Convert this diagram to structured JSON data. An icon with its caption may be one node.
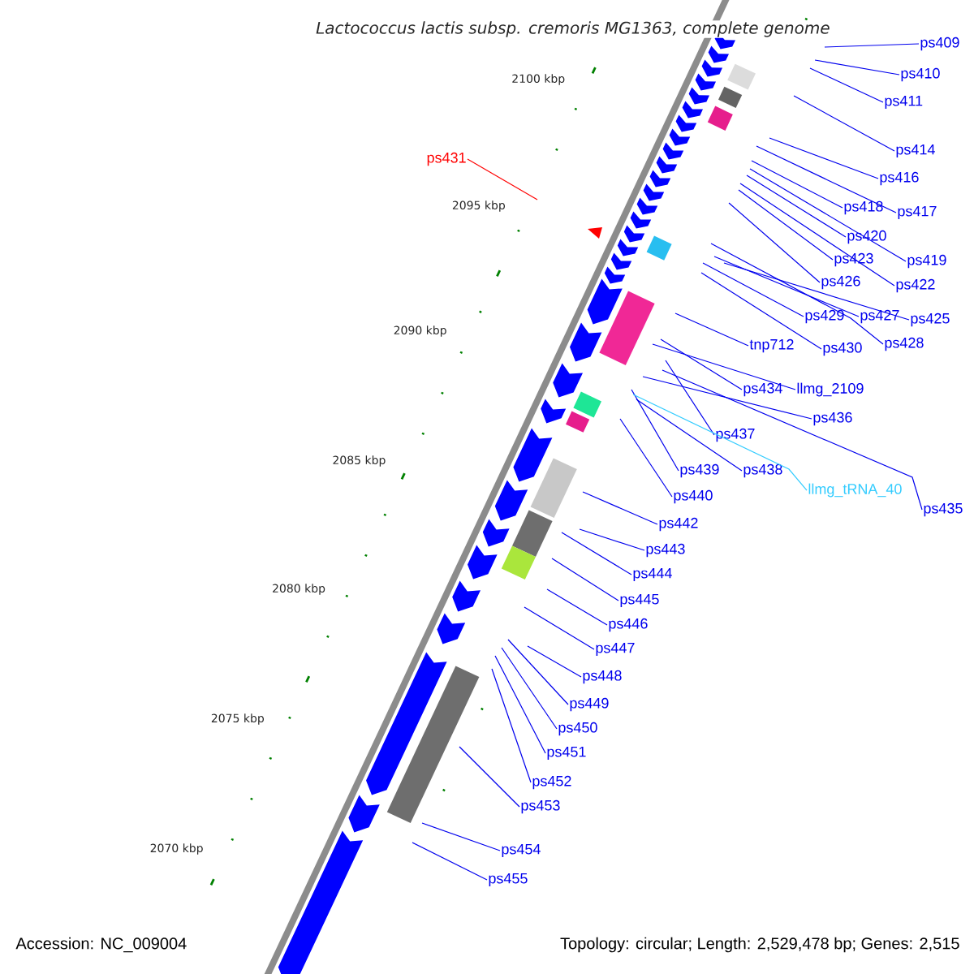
{
  "diagram": {
    "title": "Lactococcus lactis subsp. cremoris MG1363, complete genome",
    "nodes": [
      {
        "text": [
          "ps409"
        ]
      },
      {
        "text": [
          "ps410"
        ]
      },
      {
        "text": [
          "ps411"
        ]
      },
      {
        "text": [
          "ps414"
        ]
      },
      {
        "text": [
          "ps431"
        ]
      },
      {
        "text": [
          "ps416"
        ]
      },
      {
        "text": [
          "ps418"
        ]
      },
      {
        "text": [
          "ps417"
        ]
      },
      {
        "text": [
          "ps420"
        ]
      },
      {
        "text": [
          "ps419"
        ]
      },
      {
        "text": [
          "ps423"
        ]
      },
      {
        "text": [
          "ps422"
        ]
      },
      {
        "text": [
          "ps426"
        ]
      },
      {
        "text": [
          "ps429"
        ]
      },
      {
        "text": [
          "ps427"
        ]
      },
      {
        "text": [
          "ps425"
        ]
      },
      {
        "text": [
          "ps428"
        ]
      },
      {
        "text": [
          "tnp712"
        ]
      },
      {
        "text": [
          "ps430"
        ]
      },
      {
        "text": [
          "ps434"
        ]
      },
      {
        "text": [
          "llmg_2109"
        ]
      },
      {
        "text": [
          "ps437"
        ]
      },
      {
        "text": [
          "ps436"
        ]
      },
      {
        "text": [
          "ps439"
        ]
      },
      {
        "text": [
          "ps438"
        ]
      },
      {
        "text": [
          "llmg_tRNA_40"
        ]
      },
      {
        "text": [
          "ps440"
        ]
      },
      {
        "text": [
          "ps435"
        ]
      },
      {
        "text": [
          "ps442"
        ]
      },
      {
        "text": [
          "ps443"
        ]
      },
      {
        "text": [
          "ps444"
        ]
      },
      {
        "text": [
          "ps445"
        ]
      },
      {
        "text": [
          "ps446"
        ]
      },
      {
        "text": [
          "ps447"
        ]
      },
      {
        "text": [
          "ps448"
        ]
      },
      {
        "text": [
          "ps449"
        ]
      },
      {
        "text": [
          "ps450"
        ]
      },
      {
        "text": [
          "ps451"
        ]
      },
      {
        "text": [
          "ps452"
        ]
      },
      {
        "text": [
          "ps453"
        ]
      },
      {
        "text": [
          "ps454"
        ]
      },
      {
        "text": [
          "ps455"
        ]
      }
    ],
    "edges": [
      {
        "from": 0,
        "to": null,
        "arrow": "none"
      },
      {
        "from": 1,
        "to": null,
        "arrow": "none"
      },
      {
        "from": 2,
        "to": null,
        "arrow": "none"
      },
      {
        "from": 3,
        "to": null,
        "arrow": "none"
      },
      {
        "from": 4,
        "to": null,
        "arrow": "none",
        "color": "#ff0000"
      },
      {
        "from": 5,
        "to": null,
        "arrow": "none"
      },
      {
        "from": 6,
        "to": null,
        "arrow": "none"
      },
      {
        "from": 7,
        "to": null,
        "arrow": "none"
      },
      {
        "from": 8,
        "to": null,
        "arrow": "none"
      },
      {
        "from": 9,
        "to": null,
        "arrow": "none"
      },
      {
        "from": 10,
        "to": null,
        "arrow": "none"
      },
      {
        "from": 11,
        "to": null,
        "arrow": "none"
      },
      {
        "from": 12,
        "to": null,
        "arrow": "none"
      },
      {
        "from": 13,
        "to": null,
        "arrow": "none"
      },
      {
        "from": 14,
        "to": null,
        "arrow": "none"
      },
      {
        "from": 15,
        "to": null,
        "arrow": "none"
      },
      {
        "from": 16,
        "to": null,
        "arrow": "none"
      },
      {
        "from": 17,
        "to": null,
        "arrow": "none"
      },
      {
        "from": 18,
        "to": null,
        "arrow": "none"
      },
      {
        "from": 19,
        "to": null,
        "arrow": "none"
      },
      {
        "from": 20,
        "to": null,
        "arrow": "none"
      },
      {
        "from": 21,
        "to": null,
        "arrow": "none"
      },
      {
        "from": 22,
        "to": null,
        "arrow": "none"
      },
      {
        "from": 23,
        "to": null,
        "arrow": "none"
      },
      {
        "from": 24,
        "to": null,
        "arrow": "none"
      },
      {
        "from": 25,
        "to": null,
        "arrow": "none",
        "color": "#33ccff"
      },
      {
        "from": 26,
        "to": null,
        "arrow": "none"
      },
      {
        "from": 27,
        "to": null,
        "arrow": "none"
      },
      {
        "from": 28,
        "to": null,
        "arrow": "none"
      },
      {
        "from": 29,
        "to": null,
        "arrow": "none"
      },
      {
        "from": 30,
        "to": null,
        "arrow": "none"
      },
      {
        "from": 31,
        "to": null,
        "arrow": "none"
      },
      {
        "from": 32,
        "to": null,
        "arrow": "none"
      },
      {
        "from": 33,
        "to": null,
        "arrow": "none"
      },
      {
        "from": 34,
        "to": null,
        "arrow": "none"
      },
      {
        "from": 35,
        "to": null,
        "arrow": "none"
      },
      {
        "from": 36,
        "to": null,
        "arrow": "none"
      },
      {
        "from": 37,
        "to": null,
        "arrow": "none"
      },
      {
        "from": 38,
        "to": null,
        "arrow": "none"
      },
      {
        "from": 39,
        "to": null,
        "arrow": "none"
      },
      {
        "from": 40,
        "to": null,
        "arrow": "none"
      },
      {
        "from": 41,
        "to": null,
        "arrow": "none"
      }
    ],
    "labels": [
      "2100 kbp",
      "2095 kbp",
      "2090 kbp",
      "2085 kbp",
      "2080 kbp",
      "2075 kbp",
      "2070 kbp",
      "Accession: NC_009004",
      "Topology: circular; Length: 2,529,478 bp; Genes: 2,515"
    ]
  }
}
